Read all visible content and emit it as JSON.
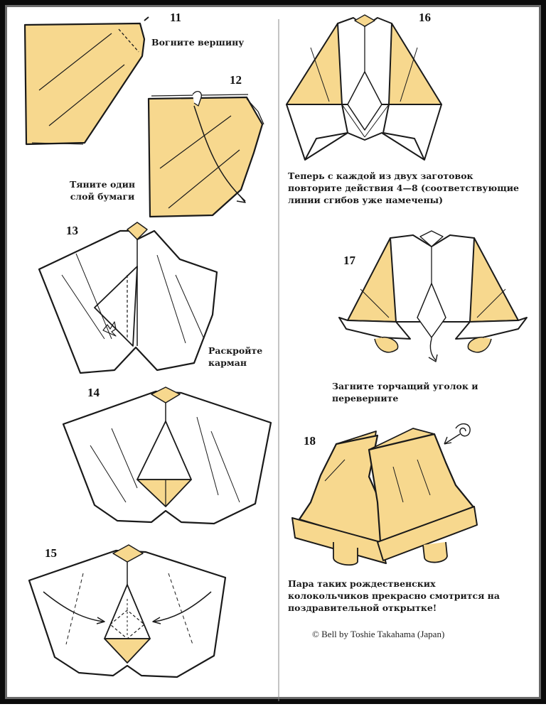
{
  "steps": {
    "s11": {
      "number": "11",
      "caption": "Вогните вершину"
    },
    "s12": {
      "number": "12",
      "caption": "Тяните один слой бумаги"
    },
    "s13": {
      "number": "13",
      "caption": "Раскройте карман"
    },
    "s14": {
      "number": "14"
    },
    "s15": {
      "number": "15"
    },
    "s16": {
      "number": "16",
      "caption": "Теперь с каждой из двух заготовок повторите действия 4—8 (соответствующие линии сгибов уже намечены)"
    },
    "s17": {
      "number": "17",
      "caption": "Загните торчащий уголок и переверните"
    },
    "s18": {
      "number": "18",
      "caption": "Пара таких рождественских колокольчиков прекрасно смотрится на поздравительной открытке!"
    }
  },
  "credit": "© Bell by Toshie Takahama (Japan)",
  "colors": {
    "paper": "#f7d88e",
    "white": "#ffffff",
    "line": "#1a1a1a",
    "frame": "#0b0b0b"
  }
}
